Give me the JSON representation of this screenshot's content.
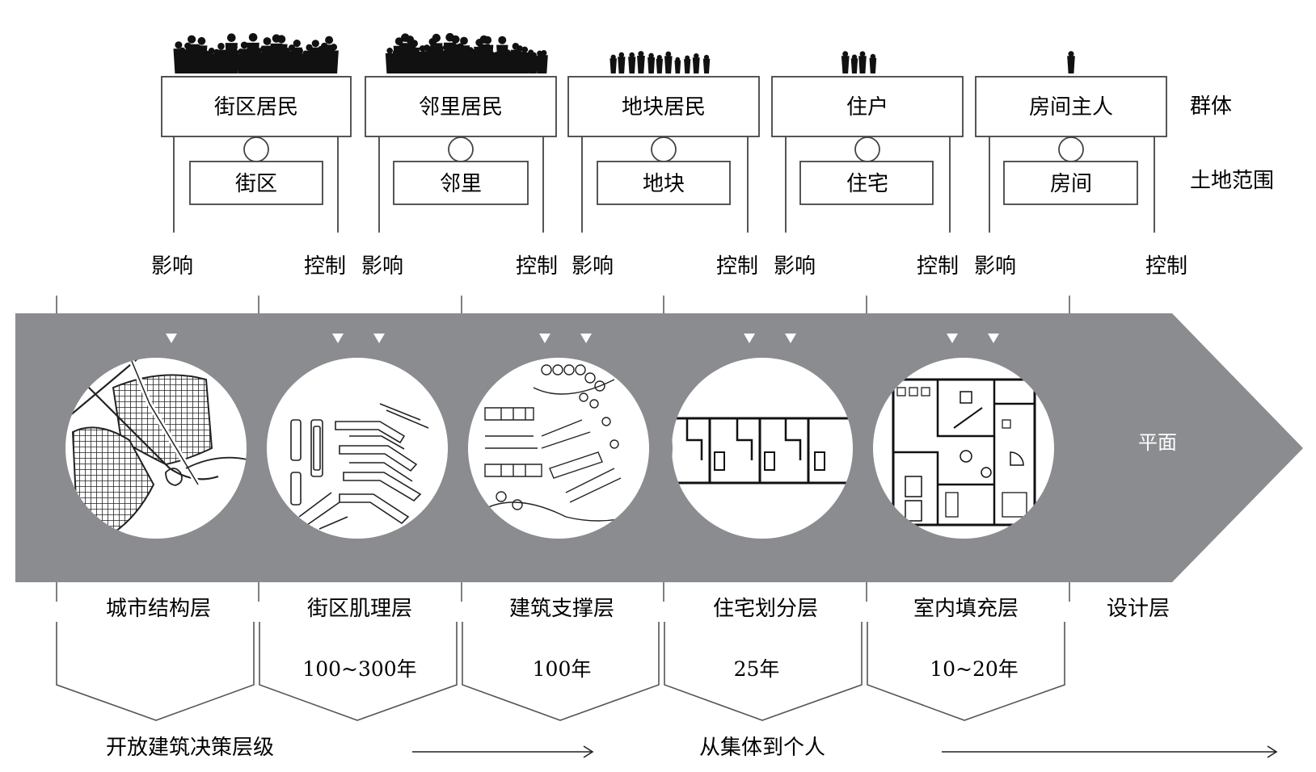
{
  "legend": {
    "group": "群体",
    "land": "土地范围"
  },
  "columns": [
    {
      "group": "街区居民",
      "land": "街区",
      "crowd": "large"
    },
    {
      "group": "邻里居民",
      "land": "邻里",
      "crowd": "large"
    },
    {
      "group": "地块居民",
      "land": "地块",
      "crowd": "medium"
    },
    {
      "group": "住户",
      "land": "住宅",
      "crowd": "small"
    },
    {
      "group": "房间主人",
      "land": "房间",
      "crowd": "single"
    }
  ],
  "relations": {
    "influence": "影响",
    "control": "控制"
  },
  "arrow": {
    "color": "#8a8c90",
    "plane_label": "平面"
  },
  "levels": [
    {
      "name": "城市结构层",
      "period": "",
      "map_icon": "urban-structure-map"
    },
    {
      "name": "街区肌理层",
      "period": "100~300年",
      "map_icon": "block-texture-map"
    },
    {
      "name": "建筑支撑层",
      "period": "100年",
      "map_icon": "building-support-map"
    },
    {
      "name": "住宅划分层",
      "period": "25年",
      "map_icon": "housing-division-map"
    },
    {
      "name": "室内填充层",
      "period": "10~20年",
      "map_icon": "interior-infill-map"
    },
    {
      "name": "设计层",
      "period": "",
      "map_icon": ""
    }
  ],
  "footer": {
    "left": "开放建筑决策层级",
    "right": "从集体到个人"
  }
}
